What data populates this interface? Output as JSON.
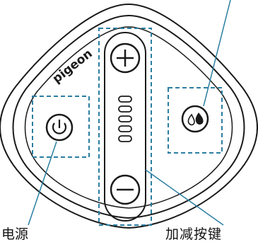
{
  "device": {
    "brand_logo_text": "pigeon",
    "level_indicator_count": 5
  },
  "buttons": {
    "plus_icon": "plus-icon",
    "minus_icon": "minus-icon",
    "power_icon": "power-icon",
    "mode_icon": "droplet-mode-icon"
  },
  "callouts": {
    "power_label": "电源",
    "adjust_label": "加减按键"
  },
  "colors": {
    "line": "#1a1a1a",
    "dashed_box": "#2b7ea1",
    "leader_line": "#2b7ea1",
    "background": "#ffffff"
  }
}
